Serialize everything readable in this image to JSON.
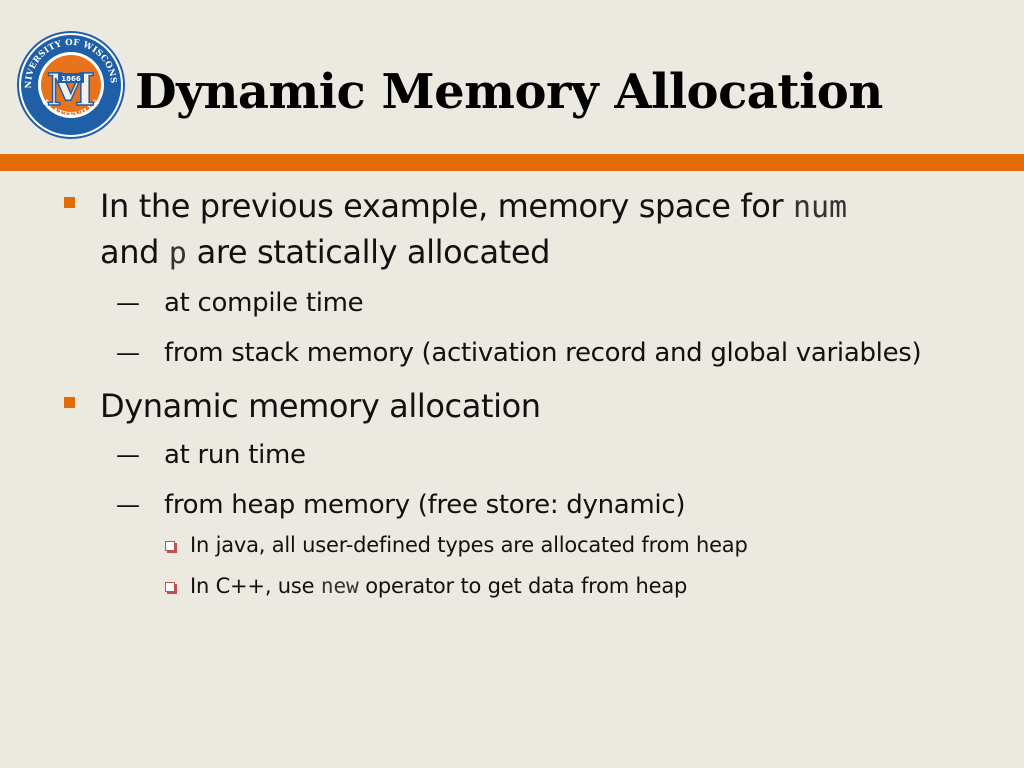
{
  "slide": {
    "title": "Dynamic Memory Allocation",
    "logo": {
      "ring_text_top": "UNIVERSITY OF WISCONSIN",
      "ring_text_bottom": "PLATTEVILLE",
      "year": "1866",
      "monogram": "M",
      "colors": {
        "ring": "#1F5FA8",
        "inner": "#E8731C",
        "letter": "#F5F0E6"
      }
    },
    "accent_color": "#E36C09",
    "background_color": "#ECE9E0"
  },
  "bullets": [
    {
      "parts": [
        {
          "text": "In the previous example, memory space for ",
          "code": false
        },
        {
          "text": "num",
          "code": true
        },
        {
          "text": " and ",
          "code": false
        },
        {
          "text": "p",
          "code": true
        },
        {
          "text": " are statically allocated",
          "code": false
        }
      ],
      "subitems": [
        {
          "text": "at compile time"
        },
        {
          "text": "from stack memory (activation record and global variables)"
        }
      ]
    },
    {
      "parts": [
        {
          "text": "Dynamic memory allocation",
          "code": false
        }
      ],
      "subitems": [
        {
          "text": "at run time"
        },
        {
          "text": "from heap memory (free store: dynamic)",
          "subitems": [
            {
              "parts": [
                {
                  "text": "In java, all user-defined types are allocated from heap",
                  "code": false
                }
              ]
            },
            {
              "parts": [
                {
                  "text": "In C++, use ",
                  "code": false
                },
                {
                  "text": "new",
                  "code": true
                },
                {
                  "text": " operator to get data from heap",
                  "code": false
                }
              ]
            }
          ]
        }
      ]
    }
  ]
}
